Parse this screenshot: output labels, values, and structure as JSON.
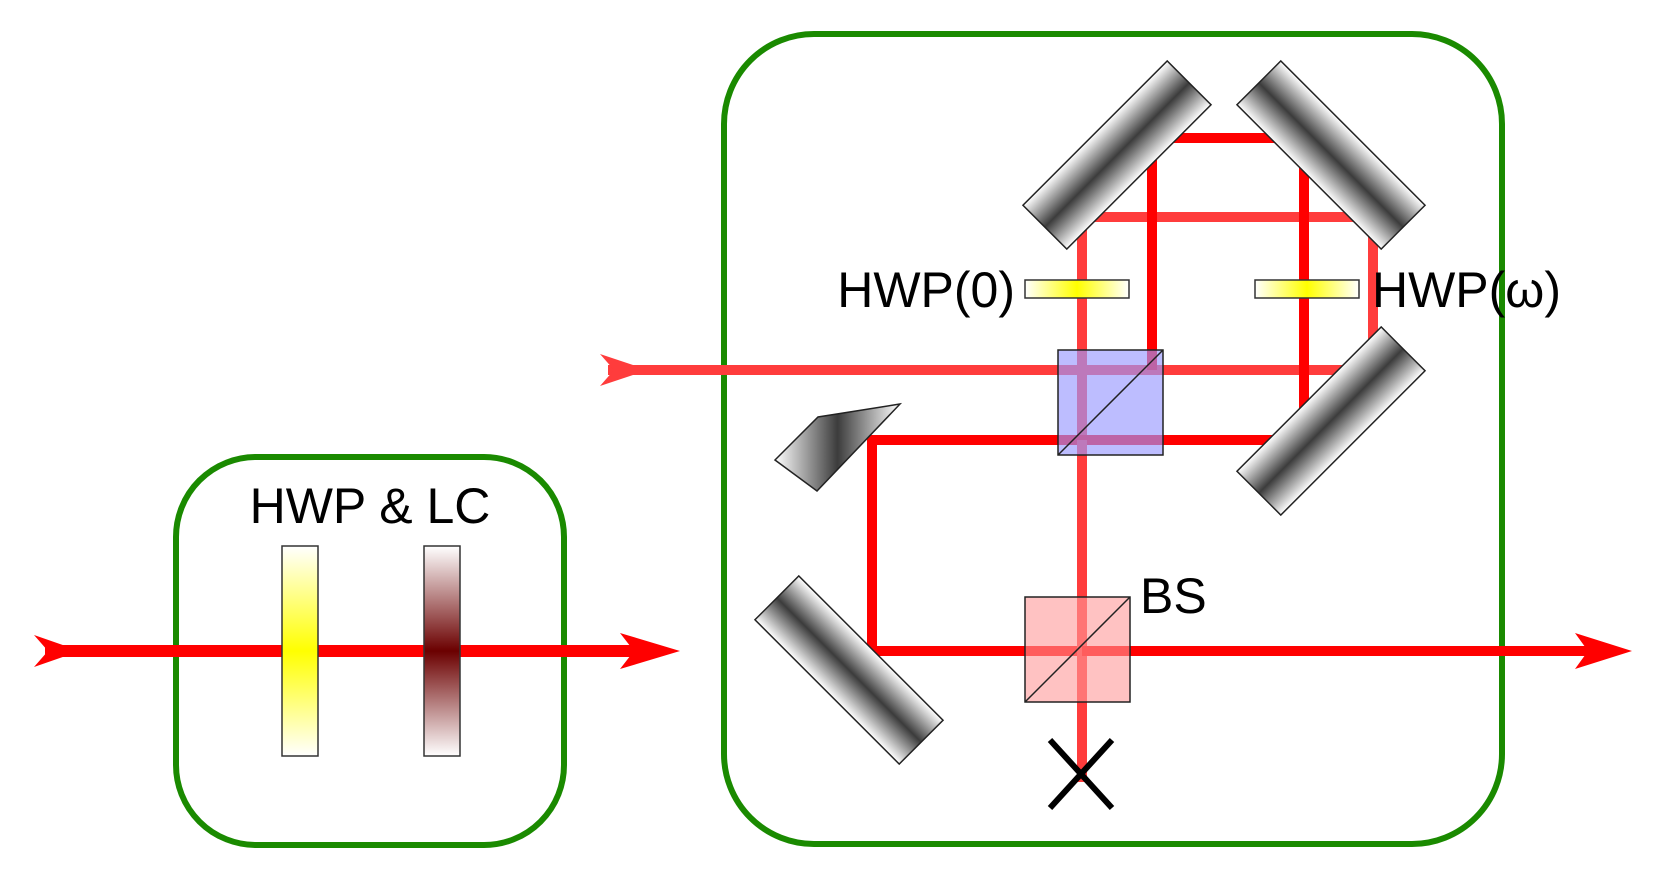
{
  "labels": {
    "hwp_lc": "HWP & LC",
    "hwp_0": "HWP(0)",
    "hwp_omega": "HWP(ω)",
    "bs": "BS"
  },
  "colors": {
    "beam": "#ff0000",
    "box_border": "#1a8a00",
    "hwp_plate": "#ffff00",
    "lc_plate": "#6b0000",
    "bs_cube": "#ff9a9a",
    "pbs_cube": "#9a9aff",
    "mirror_center": "#3c3c3c"
  },
  "icons": {
    "beam_dump": "x-mark-icon",
    "input_arrow": "arrow-tail-icon",
    "output_arrow": "arrow-head-icon"
  }
}
